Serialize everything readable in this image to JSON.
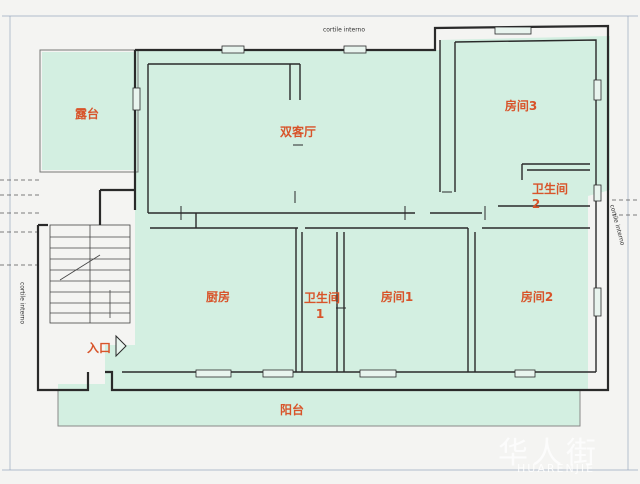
{
  "rooms": {
    "terrace": "露台",
    "living": "双客厅",
    "room3": "房间3",
    "bath2_line1": "卫生间",
    "bath2_line2": "2",
    "kitchen": "厨房",
    "bath1_line1": "卫生间",
    "bath1_line2": "1",
    "room1": "房间1",
    "room2": "房间2",
    "entrance": "入口",
    "balcony": "阳台"
  },
  "annotations": {
    "cortile_top": "cortile interno",
    "cortile_left": "cortile interno",
    "cortile_right": "cortile interno"
  },
  "watermark": {
    "cn": "华人街",
    "en": "HUARENJIE"
  },
  "colors": {
    "fill": "#d3efe1",
    "wall": "#2a2a2a",
    "label": "#d8542a"
  }
}
